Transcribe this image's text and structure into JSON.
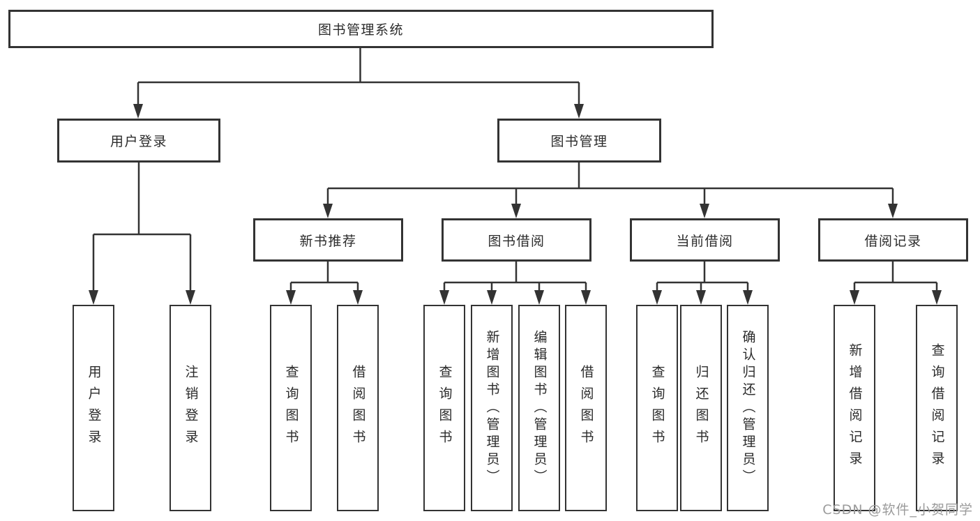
{
  "nodes": {
    "root": "图书管理系统",
    "user_login": "用户登录",
    "book_management": "图书管理",
    "new_book_recommend": "新书推荐",
    "book_borrowing": "图书借阅",
    "current_borrowing": "当前借阅",
    "borrowing_records": "借阅记录",
    "leaf_user_login": "用户登录",
    "leaf_logout": "注销登录",
    "leaf_nbr_query_books": "查询图书",
    "leaf_nbr_borrow_books": "借阅图书",
    "leaf_bb_query_books": "查询图书",
    "leaf_bb_add_books_admin": "新增图书（管理员）",
    "leaf_bb_edit_books_admin": "编辑图书（管理员）",
    "leaf_bb_borrow_books": "借阅图书",
    "leaf_cb_query_books": "查询图书",
    "leaf_cb_return_books": "归还图书",
    "leaf_cb_confirm_return_admin": "确认归还（管理员）",
    "leaf_br_add_record": "新增借阅记录",
    "leaf_br_query_record": "查询借阅记录"
  },
  "colors": {
    "line": "#333333",
    "text": "#2b2b2b",
    "watermark": "#9b9b9b",
    "background": "#ffffff"
  },
  "watermark": "CSDN @软件_小贺同学"
}
